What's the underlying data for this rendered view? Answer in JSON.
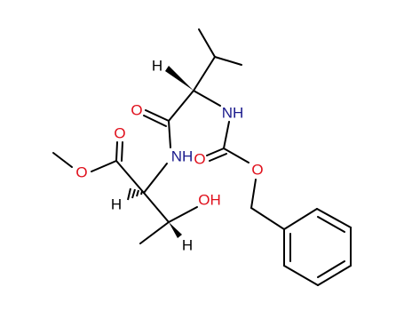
{
  "colors": {
    "bond": "#000000",
    "oxygen": "#e0101c",
    "nitrogen": "#1a1a8c",
    "hydrogen": "#000000"
  },
  "atoms": {
    "h_top": "H",
    "nh_upper": "NH",
    "o_amide": "O",
    "nh_lower": "NH",
    "o_carbamate_dbl": "O",
    "o_carbamate_ether": "O",
    "o_ester_dbl": "O",
    "o_ester_ether": "O",
    "h_alpha_thr": "H",
    "oh": "OH",
    "h_beta_thr": "H"
  }
}
